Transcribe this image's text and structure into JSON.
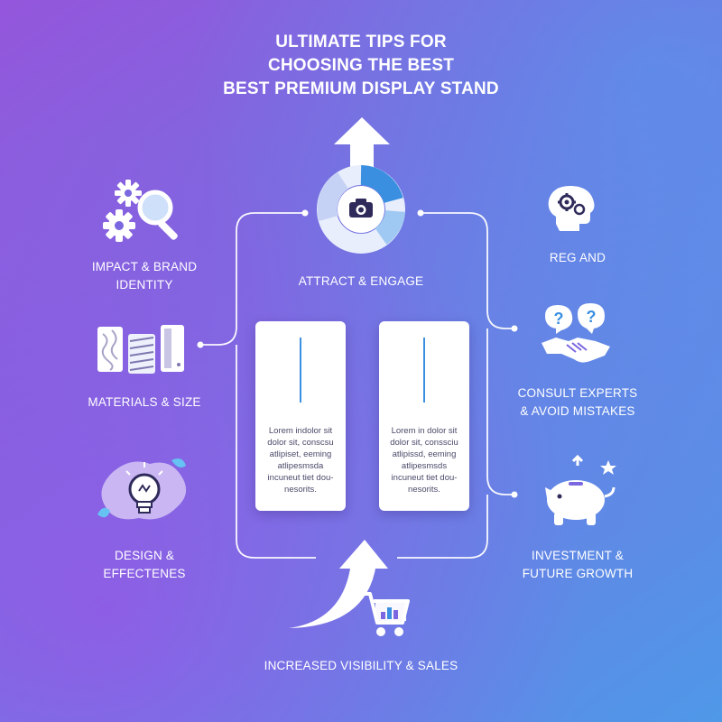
{
  "title": {
    "line1": "ULTIMATE TIPS FOR",
    "line2": "CHOOSING THE BEST",
    "line3": "BEST PREMIUM DISPLAY STAND"
  },
  "center": {
    "top_label": "ATTRACT & ENGAGE",
    "bottom_label": "INCREASED VISIBILITY & SALES"
  },
  "left_tips": [
    {
      "line1": "IMPACT & BRAND",
      "line2": "IDENTITY"
    },
    {
      "line1": "MATERIALS & SIZE"
    },
    {
      "line1": "DESIGN &",
      "line2": "EFFECTENES"
    }
  ],
  "right_tips": [
    {
      "line1": "REG AND"
    },
    {
      "line1": "CONSULT EXPERTS",
      "line2": "& AVOID MISTAKES"
    },
    {
      "line1": "INVESTMENT &",
      "line2": "FUTURE GROWTH"
    }
  ],
  "cards": [
    {
      "text": "Lorem indolor sit dolor sit, conscsu atlipiset, eeming atlipesmsda incuneut tiet dou-nesorits."
    },
    {
      "text": "Lorem in dolor sit dolor sit, conssciu atlipissd, eeming atlipesmsds incuneut tiet dou-nesorits."
    }
  ],
  "icons": {
    "gears_magnifier": "gears-magnifier-icon",
    "material_samples": "material-samples-icon",
    "lightbulb": "lightbulb-icon",
    "donut_camera": "donut-camera-icon",
    "arrow_up": "arrow-up-icon",
    "head_gears": "head-gears-icon",
    "handshake": "handshake-question-icon",
    "piggy_bank": "piggy-bank-icon",
    "cart": "shopping-cart-icon"
  },
  "colors": {
    "accent_blue": "#3a8fe0",
    "icon_white": "#ffffff",
    "icon_dark": "#2e2a5a"
  }
}
